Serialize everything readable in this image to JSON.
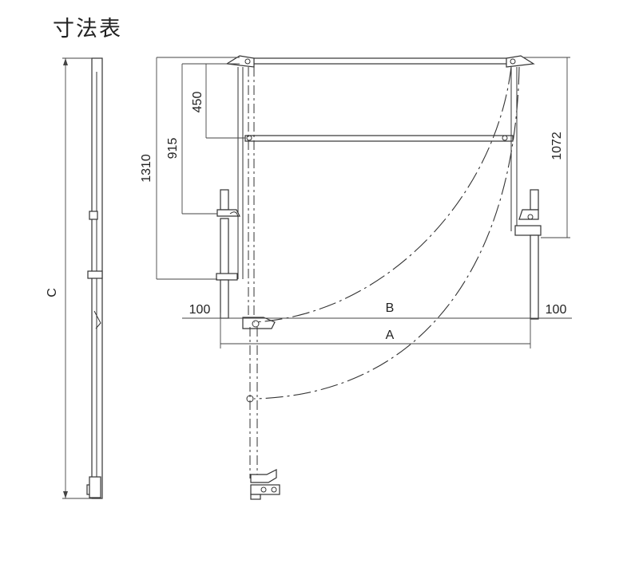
{
  "title": "寸法表",
  "dimensions": {
    "overall_height": "1310",
    "mid_height": "915",
    "top_section": "450",
    "right_height": "1072",
    "left_offset": "100",
    "right_offset": "100",
    "inner_width": "B",
    "outer_width": "A",
    "side_height": "C"
  }
}
